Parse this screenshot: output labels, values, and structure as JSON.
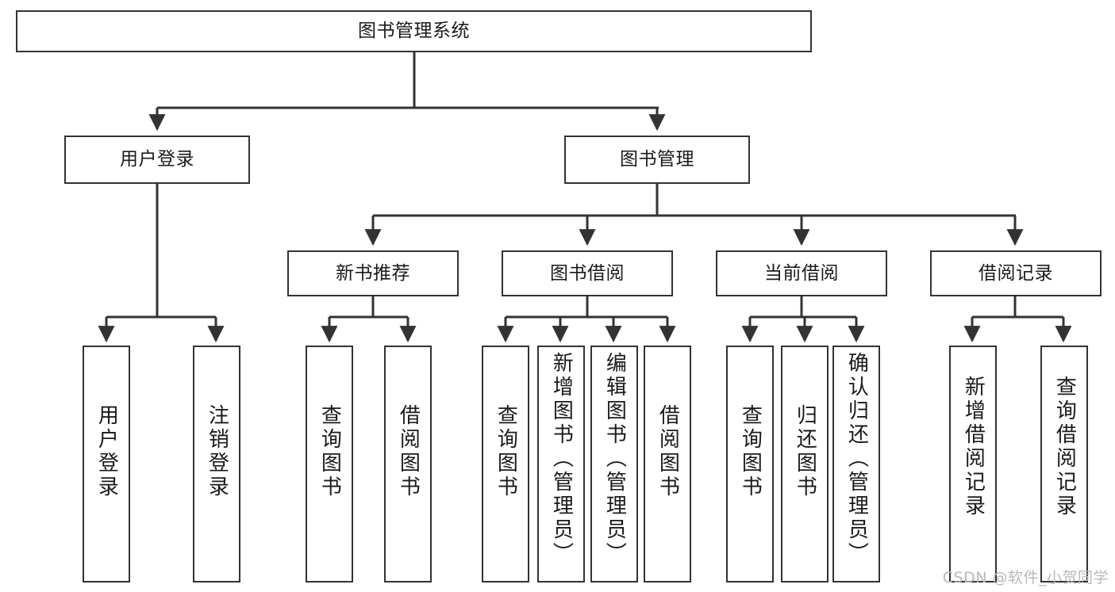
{
  "diagram": {
    "title": "图书管理系统",
    "type": "hierarchy-tree",
    "colors": {
      "box_border": "#333333",
      "box_fill": "#ffffff",
      "connector": "#333333",
      "text": "#1a1a1a",
      "watermark": "#b9b9b9",
      "background": "#ffffff"
    },
    "levels": {
      "root": [
        "图书管理系统"
      ],
      "level2": [
        "用户登录",
        "图书管理"
      ],
      "level3": [
        "新书推荐",
        "图书借阅",
        "当前借阅",
        "借阅记录"
      ],
      "leaves": [
        "用户登录",
        "注销登录",
        "查询图书",
        "借阅图书",
        "查询图书",
        "新增图书（管理员）",
        "编辑图书（管理员）",
        "借阅图书",
        "查询图书",
        "归还图书",
        "确认归还（管理员）",
        "新增借阅记录",
        "查询借阅记录"
      ]
    },
    "nodes": {
      "root": {
        "label": "图书管理系统"
      },
      "user_login": {
        "label": "用户登录"
      },
      "book_manage": {
        "label": "图书管理"
      },
      "new_book_rec": {
        "label": "新书推荐"
      },
      "book_borrow": {
        "label": "图书借阅"
      },
      "current_borrow": {
        "label": "当前借阅"
      },
      "borrow_record": {
        "label": "借阅记录"
      },
      "leaf_user_login": {
        "label": "用户登录"
      },
      "leaf_logout": {
        "label": "注销登录"
      },
      "leaf_query_book_1": {
        "label": "查询图书"
      },
      "leaf_borrow_book_1": {
        "label": "借阅图书"
      },
      "leaf_query_book_2": {
        "label": "查询图书"
      },
      "leaf_add_book": {
        "label": "新增图书（管理员）"
      },
      "leaf_edit_book": {
        "label": "编辑图书（管理员）"
      },
      "leaf_borrow_book_2": {
        "label": "借阅图书"
      },
      "leaf_query_book_3": {
        "label": "查询图书"
      },
      "leaf_return_book": {
        "label": "归还图书"
      },
      "leaf_confirm_return": {
        "label": "确认归还（管理员）"
      },
      "leaf_add_record": {
        "label": "新增借阅记录"
      },
      "leaf_query_record": {
        "label": "查询借阅记录"
      }
    },
    "watermark": "CSDN @软件_小贺同学"
  }
}
